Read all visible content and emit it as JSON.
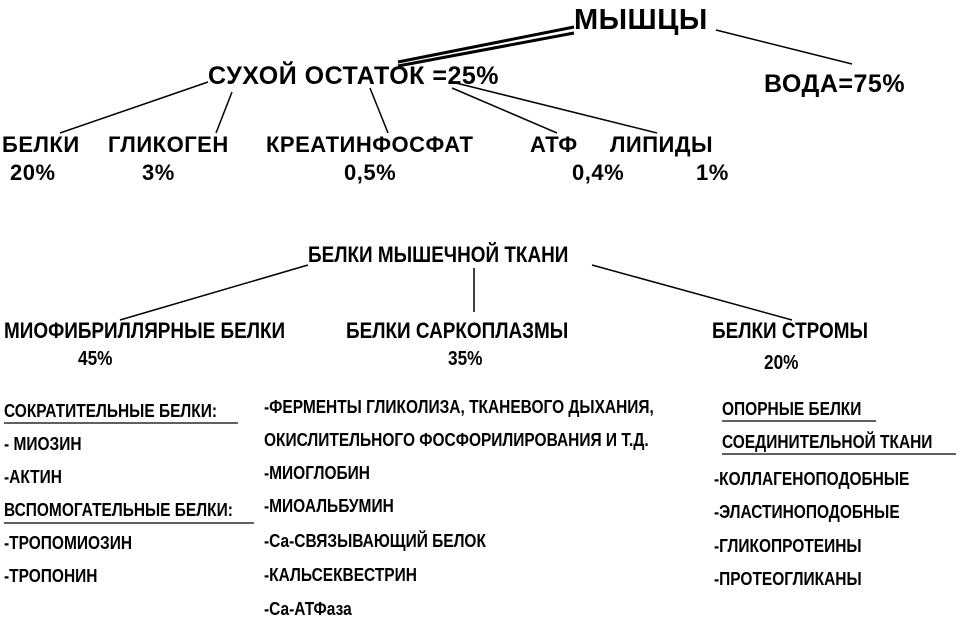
{
  "top_tree": {
    "root": "МЫШЦЫ",
    "dry": "СУХОЙ ОСТАТОК =25%",
    "water": "ВОДА=75%",
    "components": [
      {
        "name": "БЕЛКИ",
        "pct": "20%"
      },
      {
        "name": "ГЛИКОГЕН",
        "pct": "3%"
      },
      {
        "name": "КРЕАТИНФОСФАТ",
        "pct": "0,5%"
      },
      {
        "name": "АТФ",
        "pct": "0,4%"
      },
      {
        "name": "ЛИПИДЫ",
        "pct": "1%"
      }
    ]
  },
  "protein_tree": {
    "root": "БЕЛКИ МЫШЕЧНОЙ ТКАНИ",
    "groups": [
      {
        "name": "МИОФИБРИЛЛЯРНЫЕ БЕЛКИ",
        "pct": "45%"
      },
      {
        "name": "БЕЛКИ САРКОПЛАЗМЫ",
        "pct": "35%"
      },
      {
        "name": "БЕЛКИ СТРОМЫ",
        "pct": "20%"
      }
    ]
  },
  "myofibrillar_list": {
    "contractile_header": "СОКРАТИТЕЛЬНЫЕ БЕЛКИ:",
    "contractile": [
      "- МИОЗИН",
      "-АКТИН"
    ],
    "auxiliary_header": "ВСПОМОГАТЕЛЬНЫЕ БЕЛКИ:",
    "auxiliary": [
      "-ТРОПОМИОЗИН",
      "-ТРОПОНИН"
    ]
  },
  "sarcoplasm_list": [
    "-ФЕРМЕНТЫ ГЛИКОЛИЗА, ТКАНЕВОГО ДЫХАНИЯ,",
    "ОКИСЛИТЕЛЬНОГО ФОСФОРИЛИРОВАНИЯ И Т.Д.",
    "-МИОГЛОБИН",
    "-МИОАЛЬБУМИН",
    "-Са-СВЯЗЫВАЮЩИЙ БЕЛОК",
    "-КАЛЬСЕКВЕСТРИН",
    "-Са-АТФаза"
  ],
  "stroma_list": {
    "header_line1": "ОПОРНЫЕ БЕЛКИ",
    "header_line2": "СОЕДИНИТЕЛЬНОЙ ТКАНИ",
    "items": [
      "-КОЛЛАГЕНОПОДОБНЫЕ",
      "-ЭЛАСТИНОПОДОБНЫЕ",
      "-ГЛИКОПРОТЕИНЫ",
      "-ПРОТЕОГЛИКАНЫ"
    ]
  },
  "colors": {
    "text": "#000000",
    "background": "#ffffff"
  }
}
